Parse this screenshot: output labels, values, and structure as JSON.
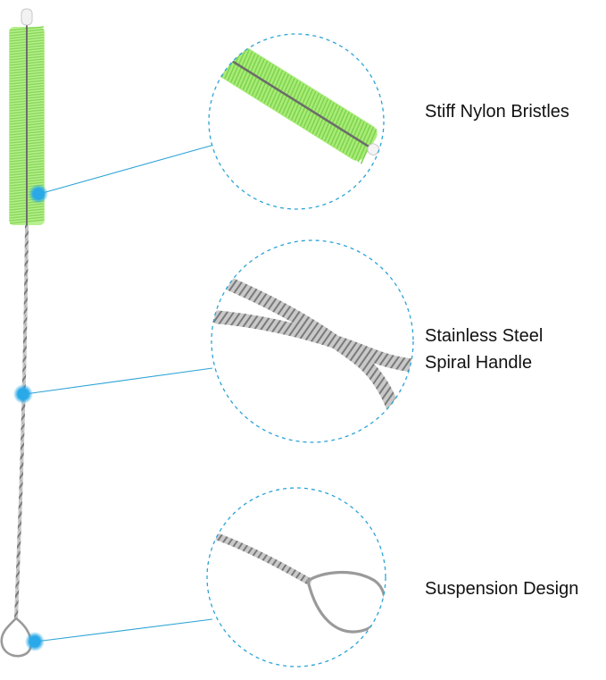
{
  "features": [
    {
      "id": "bristles",
      "lines": [
        "Stiff Nylon Bristles"
      ]
    },
    {
      "id": "handle",
      "lines": [
        "Stainless Steel",
        "Spiral Handle"
      ]
    },
    {
      "id": "suspension",
      "lines": [
        "Suspension Design"
      ]
    }
  ],
  "colors": {
    "bristle_green": "#9be86a",
    "steel": "#a8a8a8",
    "callout_blue": "#2ba3d6",
    "dot_blue": "#2aa9e8",
    "label_text": "#111111"
  }
}
